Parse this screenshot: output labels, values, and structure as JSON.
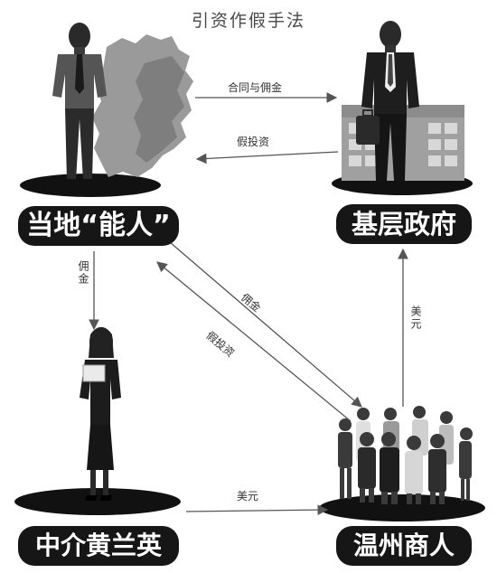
{
  "title": "引资作假手法",
  "nodes": {
    "local_fixer": "当地“能人”",
    "grassroots_government": "基层政府",
    "intermediary": "中介黄兰英",
    "wenzhou_merchants": "温州商人"
  },
  "edges": {
    "contract_and_commission": "合同与佣金",
    "fake_investment_top": "假投资",
    "commission_left": "佣金",
    "commission_diagonal": "佣金",
    "fake_investment_diagonal": "假投资",
    "usd_right": "美元",
    "usd_bottom": "美元"
  }
}
